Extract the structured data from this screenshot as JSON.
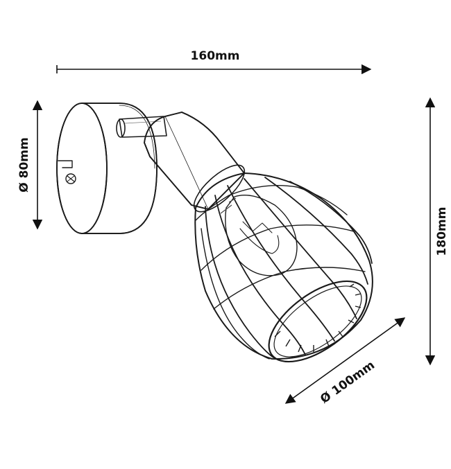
{
  "dimensions": {
    "width": {
      "label": "160mm",
      "value": 160,
      "unit": "mm"
    },
    "base_diameter": {
      "label": "Ø 80mm",
      "value": 80,
      "unit": "mm"
    },
    "height": {
      "label": "180mm",
      "value": 180,
      "unit": "mm"
    },
    "shade_diameter": {
      "label": "Ø 100mm",
      "value": 100,
      "unit": "mm"
    }
  },
  "colors": {
    "line": "#1a1a1a",
    "background": "#ffffff"
  }
}
